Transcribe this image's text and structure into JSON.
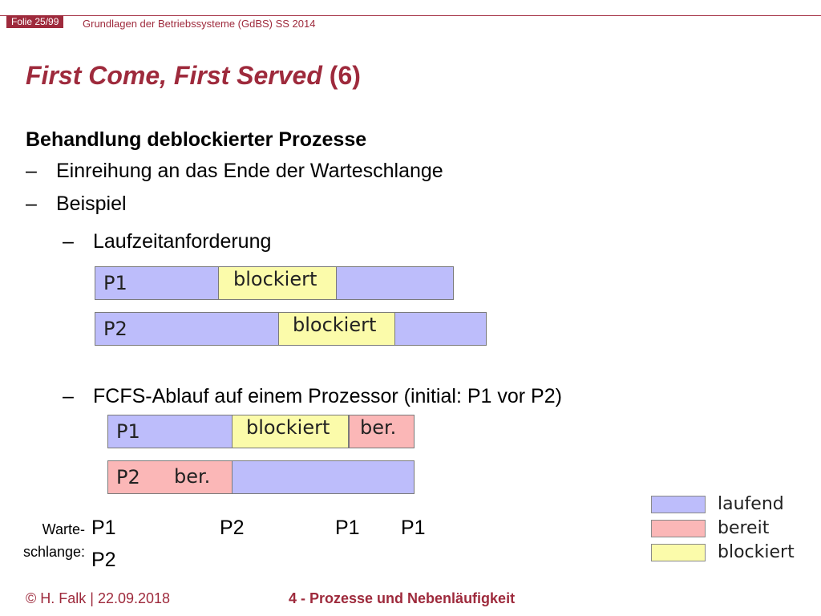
{
  "header": {
    "slide_number": "Folie 25/99",
    "course": "Grundlagen der Betriebssysteme (GdBS) SS 2014"
  },
  "title": {
    "italic_part": "First Come, First Served",
    "suffix": " (6)"
  },
  "content": {
    "heading": "Behandlung deblockierter Prozesse",
    "bullets": [
      "Einreihung an das Ende der Warteschlange",
      "Beispiel"
    ],
    "sub_bullets": [
      "Laufzeitanforderung",
      "FCFS-Ablauf auf einem Prozessor (initial: P1 vor P2)"
    ],
    "dash": "–"
  },
  "diagram_requests": {
    "p1": {
      "label": "P1",
      "blocked_label": "blockiert"
    },
    "p2": {
      "label": "P2",
      "blocked_label": "blockiert"
    }
  },
  "diagram_schedule": {
    "p1": {
      "label": "P1",
      "blocked_label": "blockiert",
      "ready_label": "ber."
    },
    "p2": {
      "label": "P2",
      "ready_label": "ber."
    }
  },
  "queue": {
    "label_line1": "Warte-",
    "label_line2": "schlange:",
    "entries_row1": [
      "P1",
      "P2",
      "P1",
      "P1"
    ],
    "entries_row2": [
      "P2"
    ]
  },
  "legend": {
    "running": "laufend",
    "ready": "bereit",
    "blocked": "blockiert"
  },
  "colors": {
    "running": "#bdbdfb",
    "ready": "#fbb7b7",
    "blocked": "#fbfbaa",
    "accent": "#9e2a3c"
  },
  "footer": {
    "author": "© H. Falk | 22.09.2018",
    "chapter": "4 - Prozesse und Nebenläufigkeit"
  }
}
